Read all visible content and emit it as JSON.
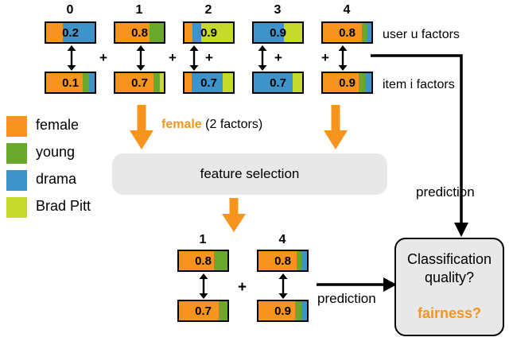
{
  "legend": {
    "items": [
      {
        "label": "female",
        "color": "#f7941e"
      },
      {
        "label": "young",
        "color": "#6aa82d"
      },
      {
        "label": "drama",
        "color": "#3e93c8"
      },
      {
        "label": "Brad Pitt",
        "color": "#c6d92d"
      }
    ]
  },
  "top_section": {
    "column_labels": [
      "0",
      "1",
      "2",
      "3",
      "4"
    ],
    "user_row_label": "user u factors",
    "item_row_label": "item i factors",
    "user_factors": [
      {
        "value": "0.2",
        "segments": [
          {
            "color": "#f7941e",
            "w": 34
          },
          {
            "color": "#3e93c8",
            "w": 66
          }
        ]
      },
      {
        "value": "0.8",
        "segments": [
          {
            "color": "#f7941e",
            "w": 70
          },
          {
            "color": "#6aa82d",
            "w": 30
          }
        ]
      },
      {
        "value": "0.9",
        "segments": [
          {
            "color": "#f7941e",
            "w": 17
          },
          {
            "color": "#3e93c8",
            "w": 18
          },
          {
            "color": "#c6d92d",
            "w": 65
          }
        ]
      },
      {
        "value": "0.9",
        "segments": [
          {
            "color": "#3e93c8",
            "w": 62
          },
          {
            "color": "#c6d92d",
            "w": 38
          }
        ]
      },
      {
        "value": "0.8",
        "segments": [
          {
            "color": "#f7941e",
            "w": 80
          },
          {
            "color": "#6aa82d",
            "w": 10
          },
          {
            "color": "#3e93c8",
            "w": 10
          }
        ]
      }
    ],
    "item_factors": [
      {
        "value": "0.1",
        "segments": [
          {
            "color": "#f7941e",
            "w": 76
          },
          {
            "color": "#6aa82d",
            "w": 12
          },
          {
            "color": "#3e93c8",
            "w": 12
          }
        ]
      },
      {
        "value": "0.7",
        "segments": [
          {
            "color": "#f7941e",
            "w": 78
          },
          {
            "color": "#6aa82d",
            "w": 14
          },
          {
            "color": "#c6d92d",
            "w": 8
          }
        ]
      },
      {
        "value": "0.7",
        "segments": [
          {
            "color": "#f7941e",
            "w": 14
          },
          {
            "color": "#3e93c8",
            "w": 64
          },
          {
            "color": "#c6d92d",
            "w": 22
          }
        ]
      },
      {
        "value": "0.7",
        "segments": [
          {
            "color": "#3e93c8",
            "w": 80
          },
          {
            "color": "#c6d92d",
            "w": 20
          }
        ]
      },
      {
        "value": "0.9",
        "segments": [
          {
            "color": "#f7941e",
            "w": 74
          },
          {
            "color": "#6aa82d",
            "w": 13
          },
          {
            "color": "#3e93c8",
            "w": 13
          }
        ]
      }
    ],
    "plus_symbol": "+",
    "arrow_symbol": "↕"
  },
  "selection": {
    "annotation_highlight": "female",
    "annotation_rest": " (2 factors)",
    "box_label": "feature selection"
  },
  "bottom_section": {
    "column_labels": [
      "1",
      "4"
    ],
    "plus_symbol": "+",
    "user_factors": [
      {
        "value": "0.8",
        "segments": [
          {
            "color": "#f7941e",
            "w": 72
          },
          {
            "color": "#6aa82d",
            "w": 28
          }
        ]
      },
      {
        "value": "0.8",
        "segments": [
          {
            "color": "#f7941e",
            "w": 78
          },
          {
            "color": "#6aa82d",
            "w": 11
          },
          {
            "color": "#3e93c8",
            "w": 11
          }
        ]
      }
    ],
    "item_factors": [
      {
        "value": "0.7",
        "segments": [
          {
            "color": "#f7941e",
            "w": 82
          },
          {
            "color": "#6aa82d",
            "w": 18
          }
        ]
      },
      {
        "value": "0.9",
        "segments": [
          {
            "color": "#f7941e",
            "w": 76
          },
          {
            "color": "#6aa82d",
            "w": 12
          },
          {
            "color": "#3e93c8",
            "w": 12
          }
        ]
      }
    ]
  },
  "predictions": {
    "top_label": "prediction",
    "bottom_label": "prediction"
  },
  "quality_box": {
    "line1": "Classification",
    "line2": "quality?",
    "line3": "fairness?"
  }
}
